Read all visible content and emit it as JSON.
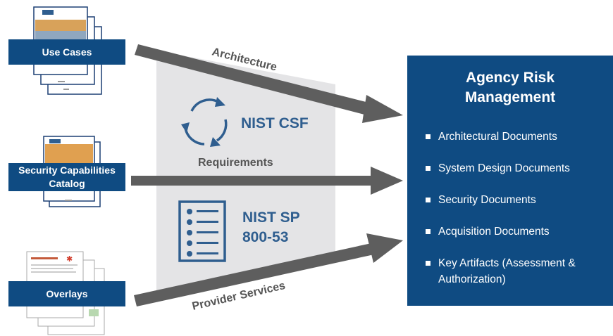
{
  "inputs": {
    "use_cases": "Use Cases",
    "capabilities_line1": "Security Capabilities",
    "capabilities_line2": "Catalog",
    "overlays": "Overlays"
  },
  "flows": {
    "architecture": "Architecture",
    "requirements": "Requirements",
    "provider_services": "Provider Services"
  },
  "frameworks": {
    "csf": "NIST CSF",
    "sp_line1": "NIST SP",
    "sp_line2": "800-53"
  },
  "panel": {
    "title_line1": "Agency Risk",
    "title_line2": "Management",
    "items": [
      "Architectural Documents",
      "System Design Documents",
      "Security Documents",
      "Acquisition Documents",
      "Key Artifacts (Assessment & Authorization)"
    ]
  },
  "colors": {
    "navy": "#0f4b82",
    "arrow": "#5e5e5e",
    "band": "#e4e4e6",
    "icon_blue": "#2f5e8f"
  }
}
